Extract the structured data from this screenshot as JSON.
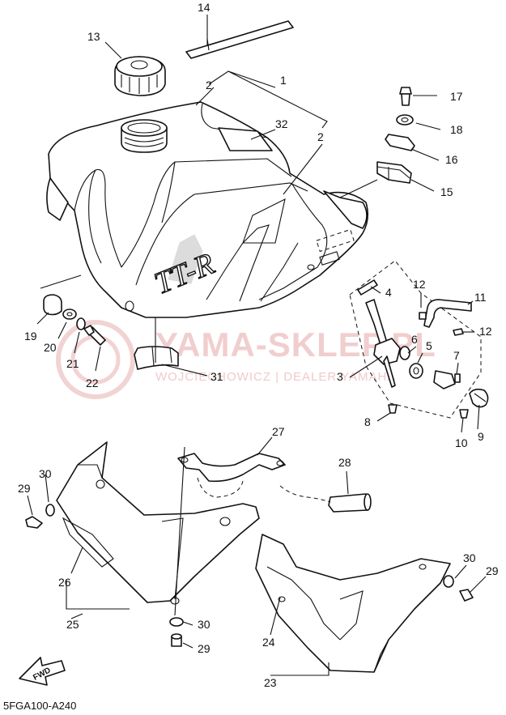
{
  "diagram_code": "5FGA100-A240",
  "watermark": {
    "brand": "YAMA-SKLEP.PL",
    "subline": "WOJCIECHOWICZ | DEALER YAMAHA"
  },
  "tank_logo": "TT-R",
  "forward_label": "FWD",
  "callouts": {
    "c1": "1",
    "c2a": "2",
    "c2b": "2",
    "c3": "3",
    "c4": "4",
    "c5": "5",
    "c6": "6",
    "c7": "7",
    "c8": "8",
    "c9": "9",
    "c10": "10",
    "c11": "11",
    "c12a": "12",
    "c12b": "12",
    "c13": "13",
    "c14": "14",
    "c15": "15",
    "c16": "16",
    "c17": "17",
    "c18": "18",
    "c19": "19",
    "c20": "20",
    "c21": "21",
    "c22": "22",
    "c23": "23",
    "c24": "24",
    "c25": "25",
    "c26": "26",
    "c27": "27",
    "c28": "28",
    "c29a": "29",
    "c29b": "29",
    "c29c": "29",
    "c30a": "30",
    "c30b": "30",
    "c30c": "30",
    "c31": "31",
    "c32": "32"
  }
}
